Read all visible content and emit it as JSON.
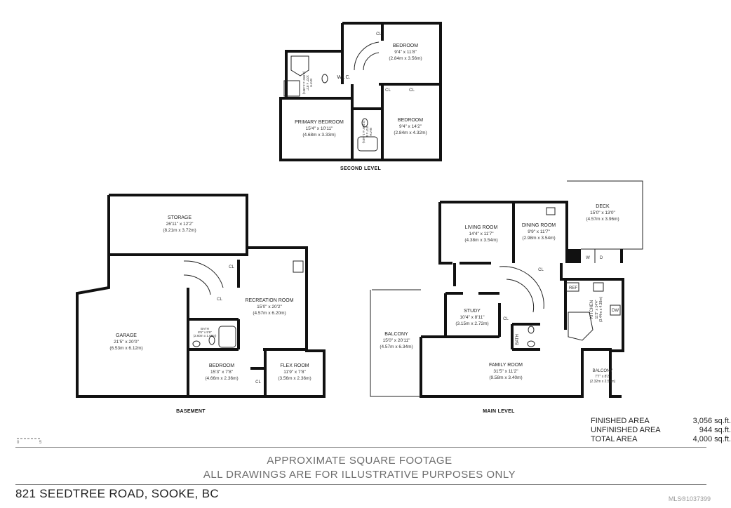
{
  "levels": {
    "second": "SECOND LEVEL",
    "basement": "BASEMENT",
    "main": "MAIN LEVEL"
  },
  "second_level": {
    "bedroom_top": {
      "name": "BEDROOM",
      "dim_imperial": "9'4\" x 11'8\"",
      "dim_metric": "(2.84m x 3.56m)"
    },
    "primary_bedroom": {
      "name": "PRIMARY BEDROOM",
      "dim_imperial": "15'4\" x 10'11\"",
      "dim_metric": "(4.68m x 3.33m)"
    },
    "bedroom_right": {
      "name": "BEDROOM",
      "dim_imperial": "9'4\" x 14'2\"",
      "dim_metric": "(2.84m x 4.32m)"
    },
    "wic": "W.I.C.",
    "bath1": {
      "name": "BATH",
      "dim": "10'2\" x 8'2\"",
      "dim_metric": "(3.08m x 2.48m)"
    },
    "bath2": {
      "name": "BATH",
      "dim": "8'3\" x 5'",
      "dim_metric": "(2.50m x 1.54m)"
    },
    "cl1": "CL",
    "cl2": "CL",
    "cl3": "CL"
  },
  "basement": {
    "storage": {
      "name": "STORAGE",
      "dim_imperial": "26'11\" x 12'2\"",
      "dim_metric": "(8.21m x 3.72m)"
    },
    "garage": {
      "name": "GARAGE",
      "dim_imperial": "21'5\" x 20'0\"",
      "dim_metric": "(6.53m x 6.12m)"
    },
    "recreation": {
      "name": "RECREATION ROOM",
      "dim_imperial": "15'0\" x 20'2\"",
      "dim_metric": "(4.57m x 6.20m)"
    },
    "bedroom": {
      "name": "BEDROOM",
      "dim_imperial": "15'3\" x 7'8\"",
      "dim_metric": "(4.66m x 2.36m)"
    },
    "flex": {
      "name": "FLEX ROOM",
      "dim_imperial": "11'9\" x 7'8\"",
      "dim_metric": "(3.56m x 2.36m)"
    },
    "bath": {
      "name": "BATH",
      "dim": "8'6\" x 5'6\"",
      "dim_metric": "(2.60m x 1.68m)"
    },
    "cl1": "CL",
    "cl2": "CL",
    "cl3": "CL"
  },
  "main_level": {
    "living": {
      "name": "LIVING ROOM",
      "dim_imperial": "14'4\" x 11'7\"",
      "dim_metric": "(4.38m x 3.54m)"
    },
    "dining": {
      "name": "DINING ROOM",
      "dim_imperial": "9'9\" x 11'7\"",
      "dim_metric": "(2.98m x 3.54m)"
    },
    "deck": {
      "name": "DECK",
      "dim_imperial": "15'0\" x 13'0\"",
      "dim_metric": "(4.57m x 3.96m)"
    },
    "study": {
      "name": "STUDY",
      "dim_imperial": "10'4\" x 8'11\"",
      "dim_metric": "(3.15m x 2.72m)"
    },
    "balcony_big": {
      "name": "BALCONY",
      "dim_imperial": "15'0\" x 20'11\"",
      "dim_metric": "(4.57m x 6.34m)"
    },
    "family": {
      "name": "FAMILY ROOM",
      "dim_imperial": "31'5\" x 11'2\"",
      "dim_metric": "(9.58m x 3.40m)"
    },
    "kitchen": {
      "name": "KITCHEN",
      "dim_imperial": "11'3\" x 14'4\"",
      "dim_metric": "(3.44m x 4.38m)"
    },
    "balcony_small": {
      "name": "BALCONY",
      "dim_imperial": "7'7\" x 8'2\"",
      "dim_metric": "(2.32m x 2.50m)"
    },
    "bath": "BATH",
    "ref": "REF",
    "dw": "DW",
    "w": "W",
    "d": "D",
    "cl1": "CL",
    "cl2": "CL"
  },
  "areas": [
    {
      "label": "FINISHED AREA",
      "value": "3,056 sq.ft."
    },
    {
      "label": "UNFINISHED AREA",
      "value": "944 sq.ft."
    },
    {
      "label": "TOTAL AREA",
      "value": "4,000 sq.ft."
    }
  ],
  "scale": {
    "zero": "0",
    "five": "5"
  },
  "footer": {
    "line1": "APPROXIMATE SQUARE FOOTAGE",
    "line2": "ALL DRAWINGS ARE FOR ILLUSTRATIVE PURPOSES ONLY",
    "address": "821 SEEDTREE ROAD, SOOKE, BC",
    "mls": "MLS®1037399"
  }
}
